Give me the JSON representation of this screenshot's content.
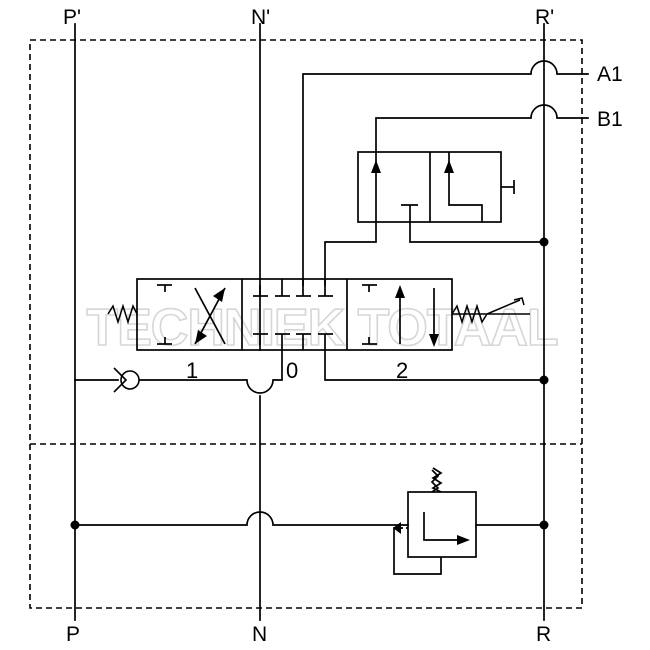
{
  "ports": {
    "top_left": "P'",
    "top_mid": "N'",
    "top_right": "R'",
    "bottom_left": "P",
    "bottom_mid": "N",
    "bottom_right": "R",
    "out_a": "A1",
    "out_b": "B1"
  },
  "valve_positions": {
    "left": "1",
    "center": "0",
    "right": "2"
  },
  "watermark": "TECHNIEK TOTAAL"
}
